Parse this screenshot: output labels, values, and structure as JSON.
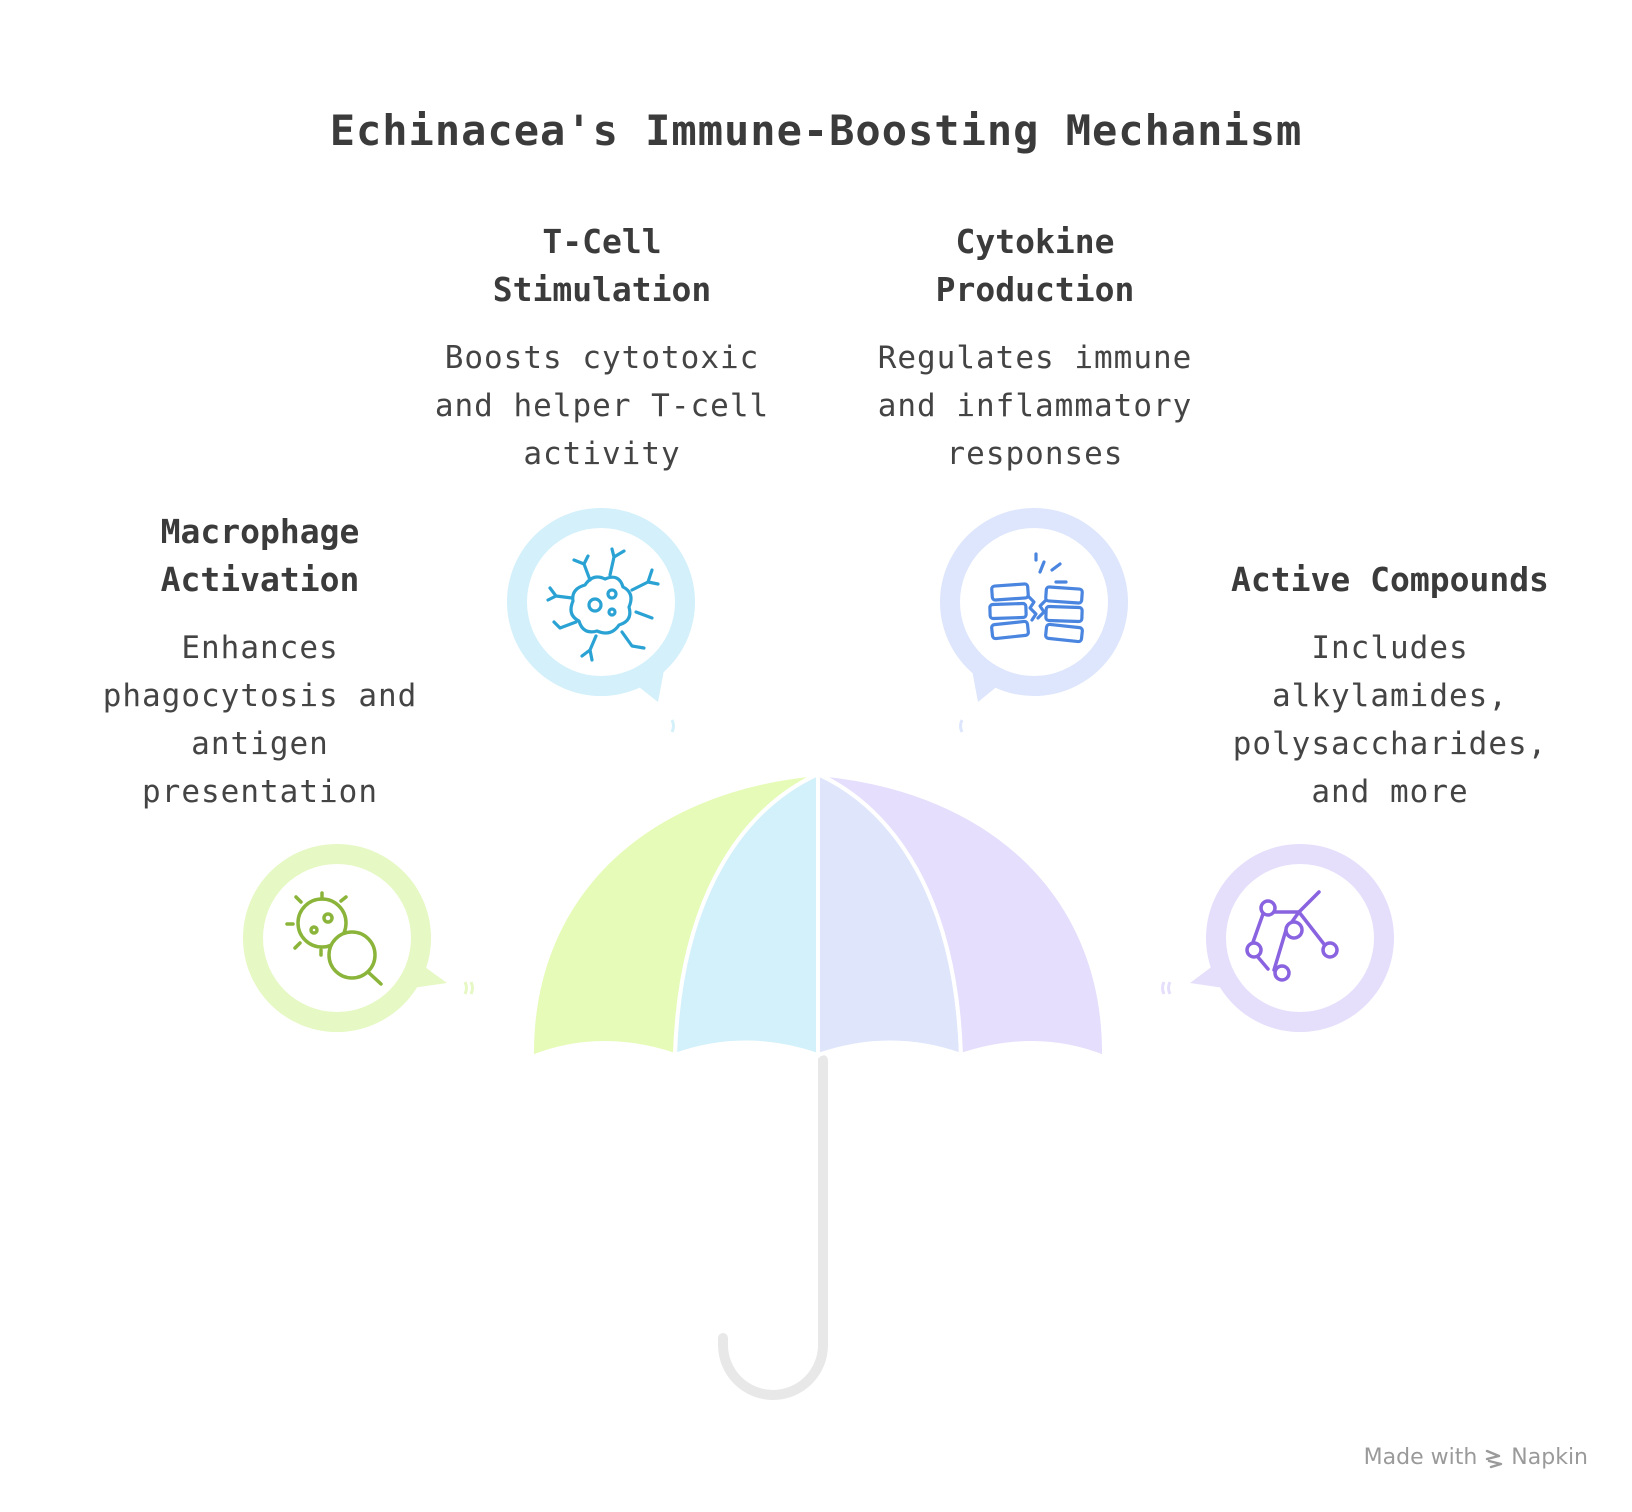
{
  "title": "Echinacea's Immune-Boosting Mechanism",
  "sections": [
    {
      "id": "macrophage",
      "heading": "Macrophage\nActivation",
      "description": "Enhances\nphagocytosis and\nantigen\npresentation",
      "icon": "bacteria-magnifier-icon",
      "color": "#8bb53a",
      "bubble_color": "#e6f8c3"
    },
    {
      "id": "tcell",
      "heading": "T-Cell\nStimulation",
      "description": "Boosts cytotoxic\nand helper T-cell\nactivity",
      "icon": "t-cell-icon",
      "color": "#2aa3d4",
      "bubble_color": "#d3f0fb"
    },
    {
      "id": "cytokine",
      "heading": "Cytokine\nProduction",
      "description": "Regulates immune\nand inflammatory\nresponses",
      "icon": "broken-bandage-icon",
      "color": "#4a85e0",
      "bubble_color": "#dde6fc"
    },
    {
      "id": "compounds",
      "heading": "Active Compounds",
      "description": "Includes\nalkylamides,\npolysaccharides,\nand more",
      "icon": "molecule-icon",
      "color": "#8a63e0",
      "bubble_color": "#e6dffc"
    }
  ],
  "umbrella": {
    "panel_colors": [
      "#e6fbb8",
      "#d3f1fb",
      "#dfe6fc",
      "#e5defc"
    ],
    "handle_color": "#e8e8e8"
  },
  "watermark": {
    "prefix": "Made with",
    "brand": "Napkin"
  }
}
